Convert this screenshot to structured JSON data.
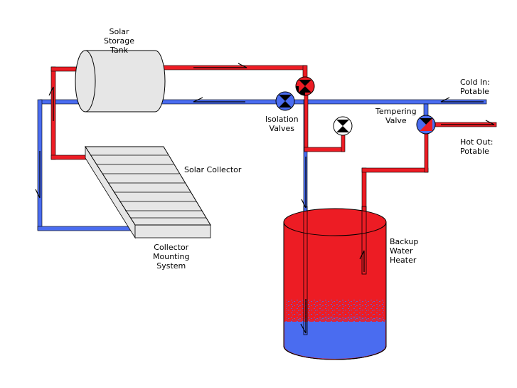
{
  "labels": {
    "storage_tank": [
      "Solar",
      "Storage",
      "Tank"
    ],
    "solar_collector": "Solar Collector",
    "mounting": [
      "Collector",
      "Mounting",
      "System"
    ],
    "isolation_valves": [
      "Isolation",
      "Valves"
    ],
    "tempering_valve": [
      "Tempering",
      "Valve"
    ],
    "cold_in": [
      "Cold In:",
      "Potable"
    ],
    "hot_out": [
      "Hot Out:",
      "Potable"
    ],
    "backup_heater": [
      "Backup",
      "Water",
      "Heater"
    ]
  },
  "colors": {
    "hot": "#ed1c24",
    "cold": "#4a6cf0",
    "tank": "#e6e6e6",
    "collector": "#e6e6e6",
    "outline": "#000000"
  }
}
